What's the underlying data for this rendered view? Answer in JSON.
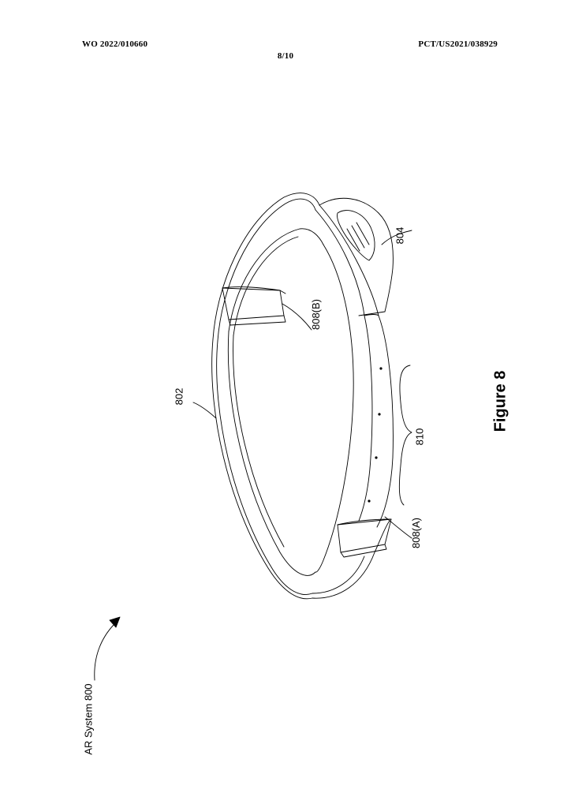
{
  "header": {
    "publication_number": "WO 2022/010660",
    "application_number": "PCT/US2021/038929",
    "sheet": "8/10"
  },
  "figure": {
    "title": "Figure 8",
    "system_label": "AR System 800",
    "reference_labels": {
      "band": "802",
      "housing": "804",
      "connector_b": "808(B)",
      "connector_a": "808(A)",
      "sensors": "810"
    }
  }
}
